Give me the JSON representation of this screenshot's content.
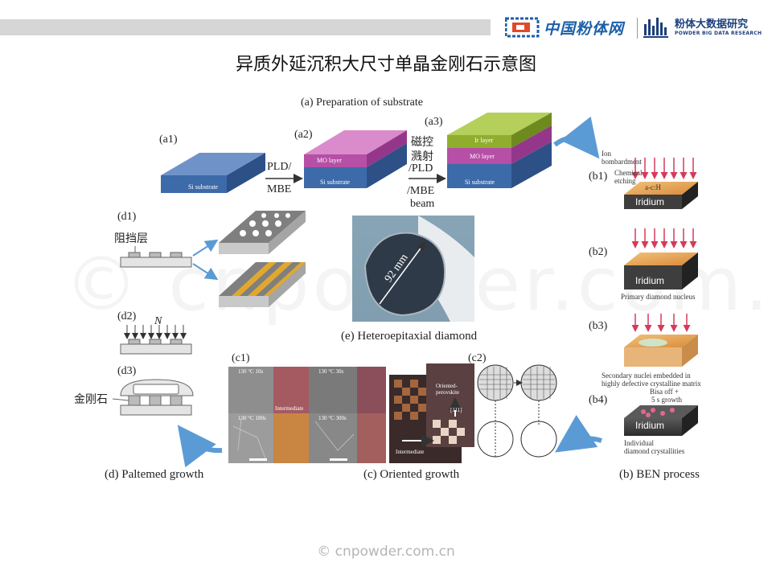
{
  "header": {
    "logo1_text": "中国粉体网",
    "logo2_cn": "粉体大数据研究",
    "logo2_en": "POWDER BIG DATA RESEARCH"
  },
  "title": "异质外延沉积大尺寸单晶金刚石示意图",
  "watermark": "© cnpowder.com.cn",
  "footer": "© cnpowder.com.cn",
  "section_a": {
    "heading": "(a) Preparation of substrate",
    "a1": "(a1)",
    "a2": "(a2)",
    "a3": "(a3)",
    "si_substrate": "Si substrate",
    "mo_layer": "MO layer",
    "ir_layer": "Ir layer",
    "arrow1_l1": "PLD/",
    "arrow1_l2": "MBE",
    "arrow2_l1": "磁控",
    "arrow2_l2": "溅射",
    "arrow2_l3": "/PLD",
    "arrow2_l4": "/MBE"
  },
  "section_b": {
    "b1": "(b1)",
    "b2": "(b2)",
    "b3": "(b3)",
    "b4": "(b4)",
    "ion": "Ion",
    "bombardment": "bombardment",
    "chemical": "Chemical",
    "etching": "etching",
    "beam": "beam",
    "acH": "a-c:H",
    "iridium": "Iridium",
    "primary": "Primary diamond nucleus",
    "secondary1": "Secondary nuclei embedded in",
    "secondary2": "highly defective crystalline matrix",
    "bias1": "Bisa off +",
    "bias2": "5 s growth",
    "individual1": "Individual",
    "individual2": "diamond crystallities",
    "caption": "(b) BEN process"
  },
  "section_c": {
    "c1": "(c1)",
    "c2": "(c2)",
    "t10": "130 °C 10s",
    "t30": "130 °C 30s",
    "t180": "130 °C 180s",
    "t300": "130 °C 300s",
    "intermediate": "Intermediate",
    "oriented1": "Oriented-",
    "oriented2": "perovskite",
    "miller": "[111]",
    "caption": "(c) Oriented growth"
  },
  "section_d": {
    "d1": "(d1)",
    "d2": "(d2)",
    "d3": "(d3)",
    "barrier": "阻挡层",
    "n_label": "N",
    "diamond": "金刚石",
    "caption": "(d) Paltemed growth"
  },
  "section_e": {
    "size": "92 mm",
    "caption": "(e) Heteroepitaxial diamond"
  }
}
